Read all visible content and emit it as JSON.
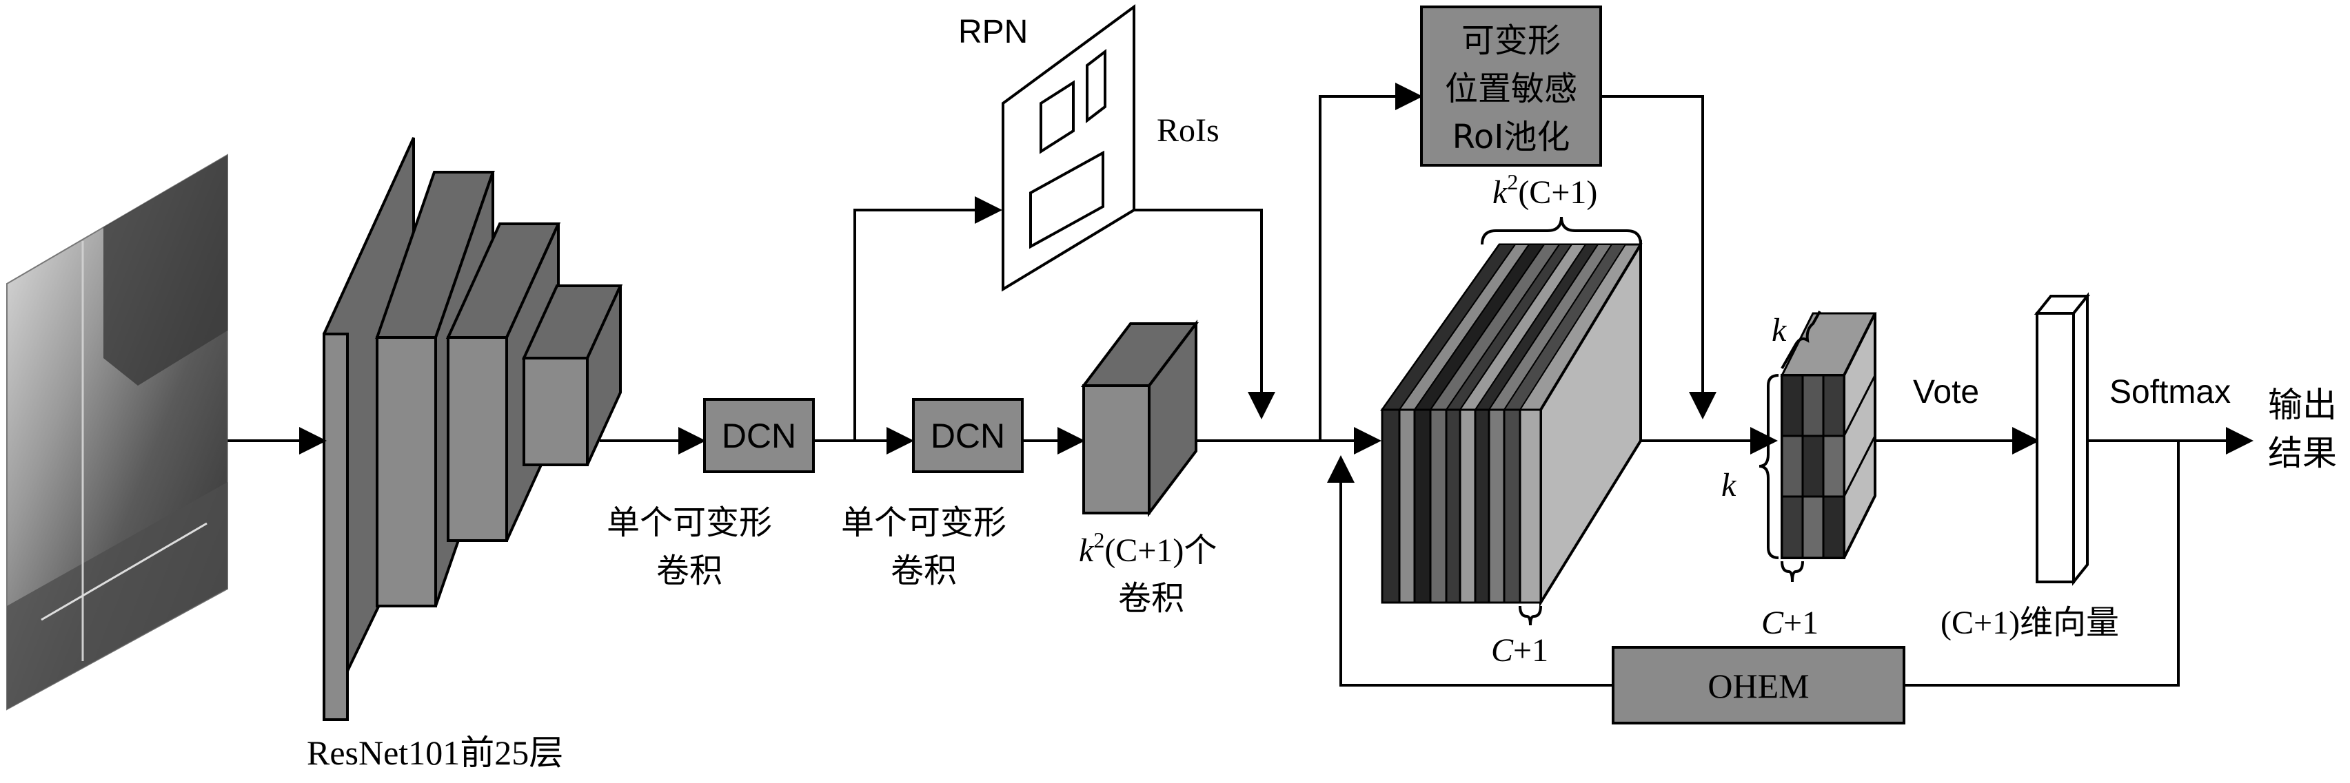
{
  "image_label": "",
  "backbone": {
    "label": "ResNet101前25层"
  },
  "dcn1": {
    "box": "DCN",
    "caption_line1": "单个可变形",
    "caption_line2": "卷积"
  },
  "dcn2": {
    "box": "DCN",
    "caption_line1": "单个可变形",
    "caption_line2": "卷积"
  },
  "conv": {
    "caption_line1_k": "k",
    "caption_line1_sup": "2",
    "caption_line1_rest": "(C+1)个",
    "caption_line2": "卷积"
  },
  "rpn": {
    "label": "RPN",
    "rois": "RoIs"
  },
  "psroi": {
    "line1": "可变形",
    "line2": "位置敏感",
    "line3": "RoI池化"
  },
  "score_maps": {
    "top_k": "k",
    "top_sup": "2",
    "top_rest": "(C+1)",
    "bottom_c": "C",
    "bottom_rest": "+1"
  },
  "pooled": {
    "k_top": "k",
    "k_left": "k",
    "bottom_c": "C",
    "bottom_rest": "+1"
  },
  "vote": {
    "label": "Vote"
  },
  "vector": {
    "label": "(C+1)维向量"
  },
  "softmax": {
    "label": "Softmax"
  },
  "output": {
    "line1": "输出",
    "line2": "结果"
  },
  "ohem": {
    "label": "OHEM"
  }
}
